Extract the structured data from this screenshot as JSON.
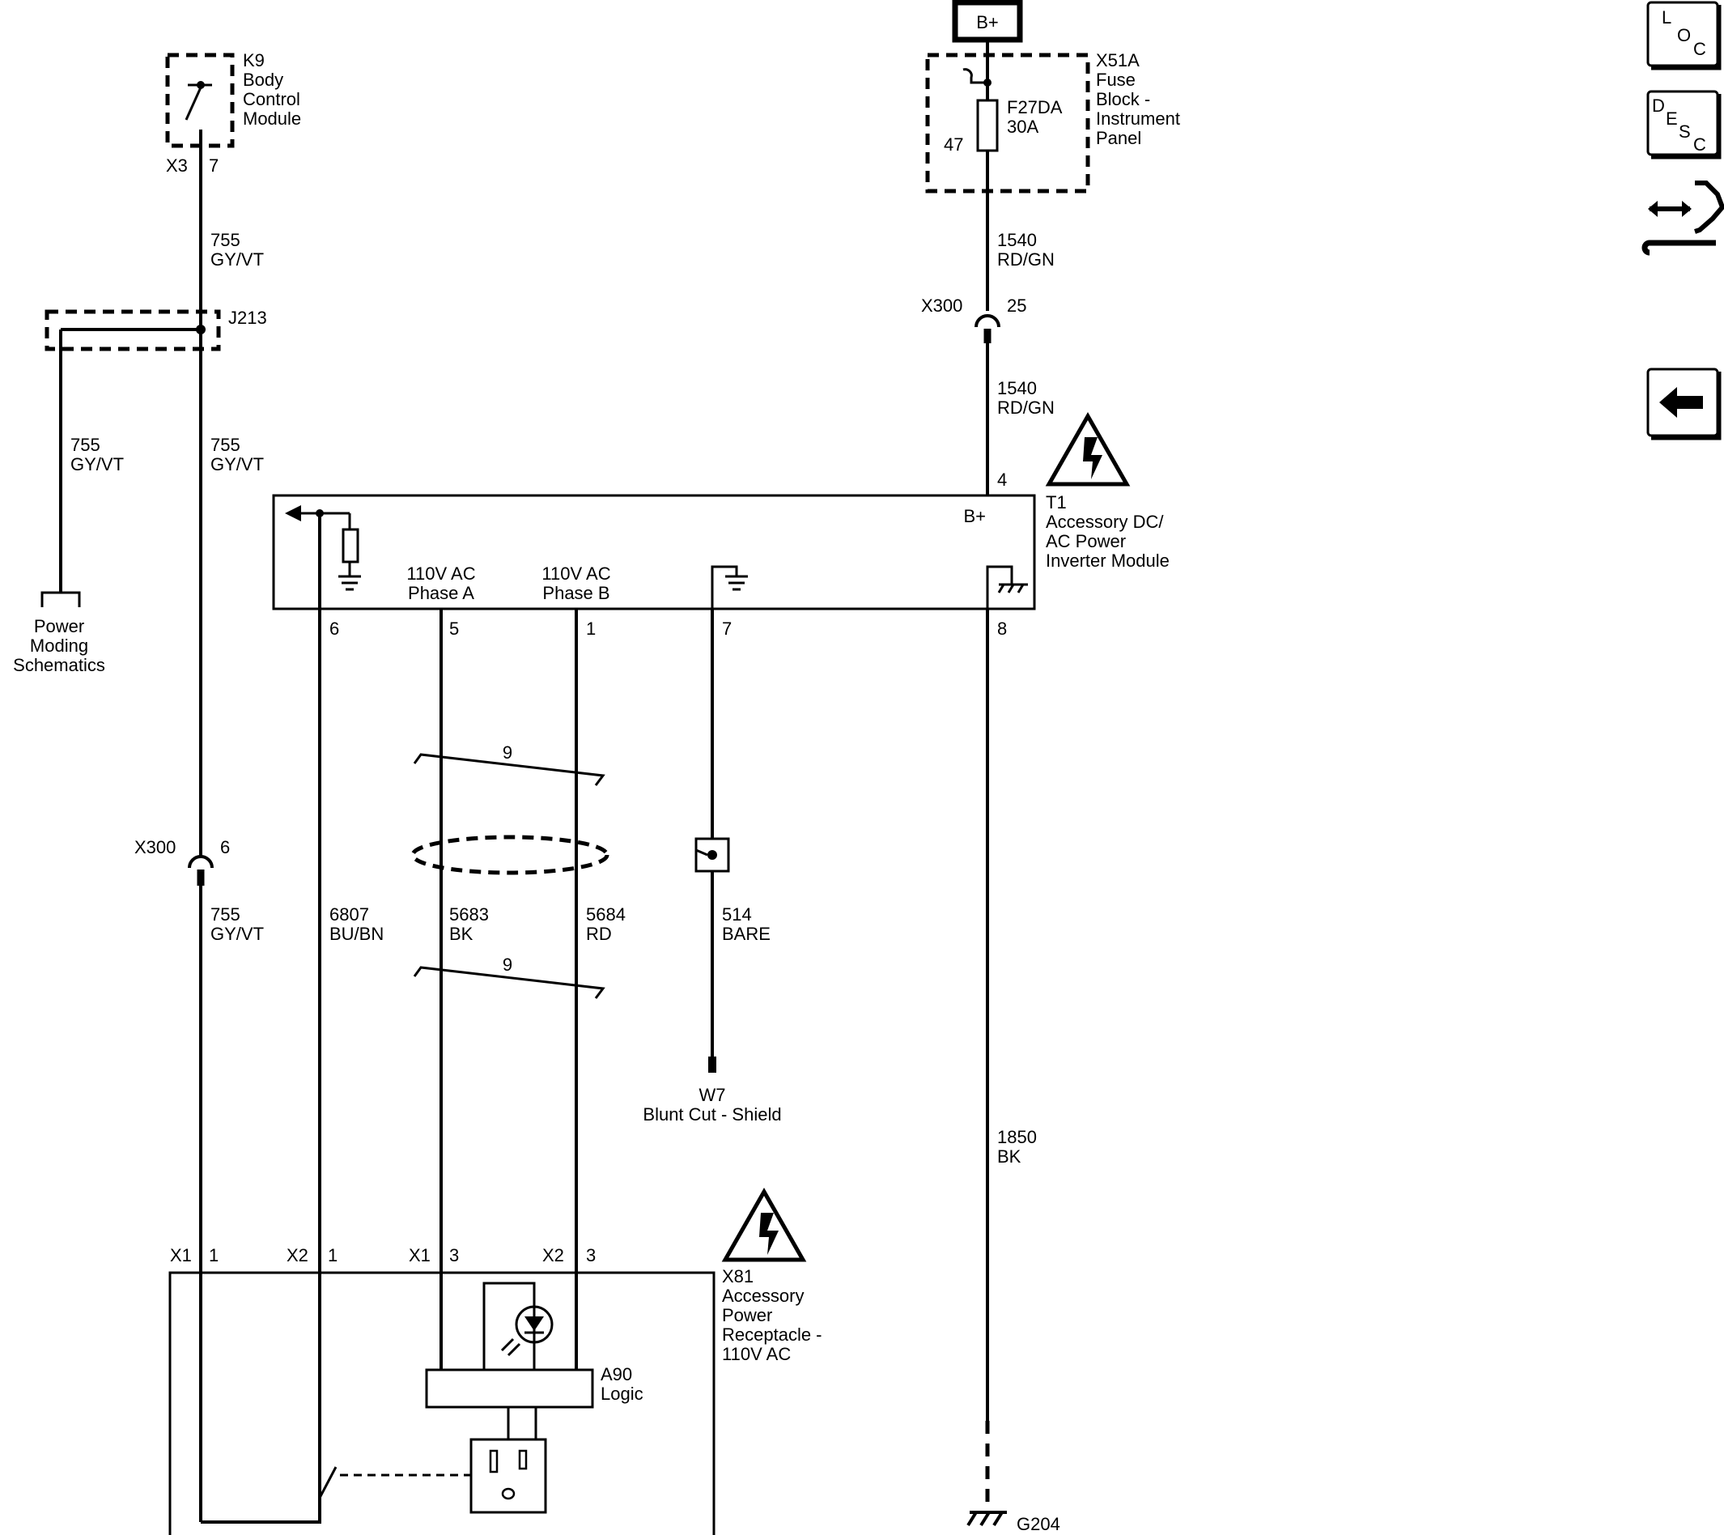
{
  "nav": {
    "loc": [
      "L",
      "O",
      "C"
    ],
    "desc": [
      "D",
      "E",
      "S",
      "C"
    ],
    "connector_icon": "connector-wrench-icon",
    "back_icon": "back-arrow-icon"
  },
  "battery": {
    "label": "B+"
  },
  "fuse_block": {
    "id": "X51A",
    "name": [
      "Fuse",
      "Block -",
      "Instrument",
      "Panel"
    ],
    "fuse_id": "F27DA",
    "fuse_rating": "30A",
    "pin": "47"
  },
  "bcm": {
    "id": "K9",
    "name": [
      "Body",
      "Control",
      "Module"
    ],
    "connector": "X3",
    "pin": "7"
  },
  "splice": {
    "id": "J213"
  },
  "power_moding": {
    "lines": [
      "Power",
      "Moding",
      "Schematics"
    ]
  },
  "inline_connectors": {
    "upper": {
      "id": "X300",
      "pin": "25"
    },
    "lower": {
      "id": "X300",
      "pin": "6"
    }
  },
  "inverter": {
    "id": "T1",
    "name": [
      "Accessory DC/",
      "AC Power",
      "Inverter Module"
    ],
    "b_plus": "B+",
    "pin_b_plus": "4",
    "phase_a": [
      "110V AC",
      "Phase A"
    ],
    "phase_b": [
      "110V AC",
      "Phase B"
    ],
    "pins": {
      "p6": "6",
      "p5": "5",
      "p1": "1",
      "p7": "7",
      "p8": "8"
    }
  },
  "wires": {
    "w755_top": [
      "755",
      "GY/VT"
    ],
    "w755_left": [
      "755",
      "GY/VT"
    ],
    "w755_mid": [
      "755",
      "GY/VT"
    ],
    "w755_low": [
      "755",
      "GY/VT"
    ],
    "w1540_top": [
      "1540",
      "RD/GN"
    ],
    "w1540_low": [
      "1540",
      "RD/GN"
    ],
    "w6807": [
      "6807",
      "BU/BN"
    ],
    "w5683": [
      "5683",
      "BK"
    ],
    "w5684": [
      "5684",
      "RD"
    ],
    "w514": [
      "514",
      "BARE"
    ],
    "w1850": [
      "1850",
      "BK"
    ]
  },
  "twist_label": "9",
  "shield_end": {
    "id": "W7",
    "name": "Blunt Cut - Shield"
  },
  "receptacle": {
    "id": "X81",
    "name": [
      "Accessory",
      "Power",
      "Receptacle -",
      "110V AC"
    ],
    "logic_id": "A90",
    "logic_name": "Logic",
    "conn_labels": [
      "X1",
      "1",
      "X2",
      "1",
      "X1",
      "3",
      "X2",
      "3"
    ]
  },
  "ground": {
    "id": "G204"
  }
}
